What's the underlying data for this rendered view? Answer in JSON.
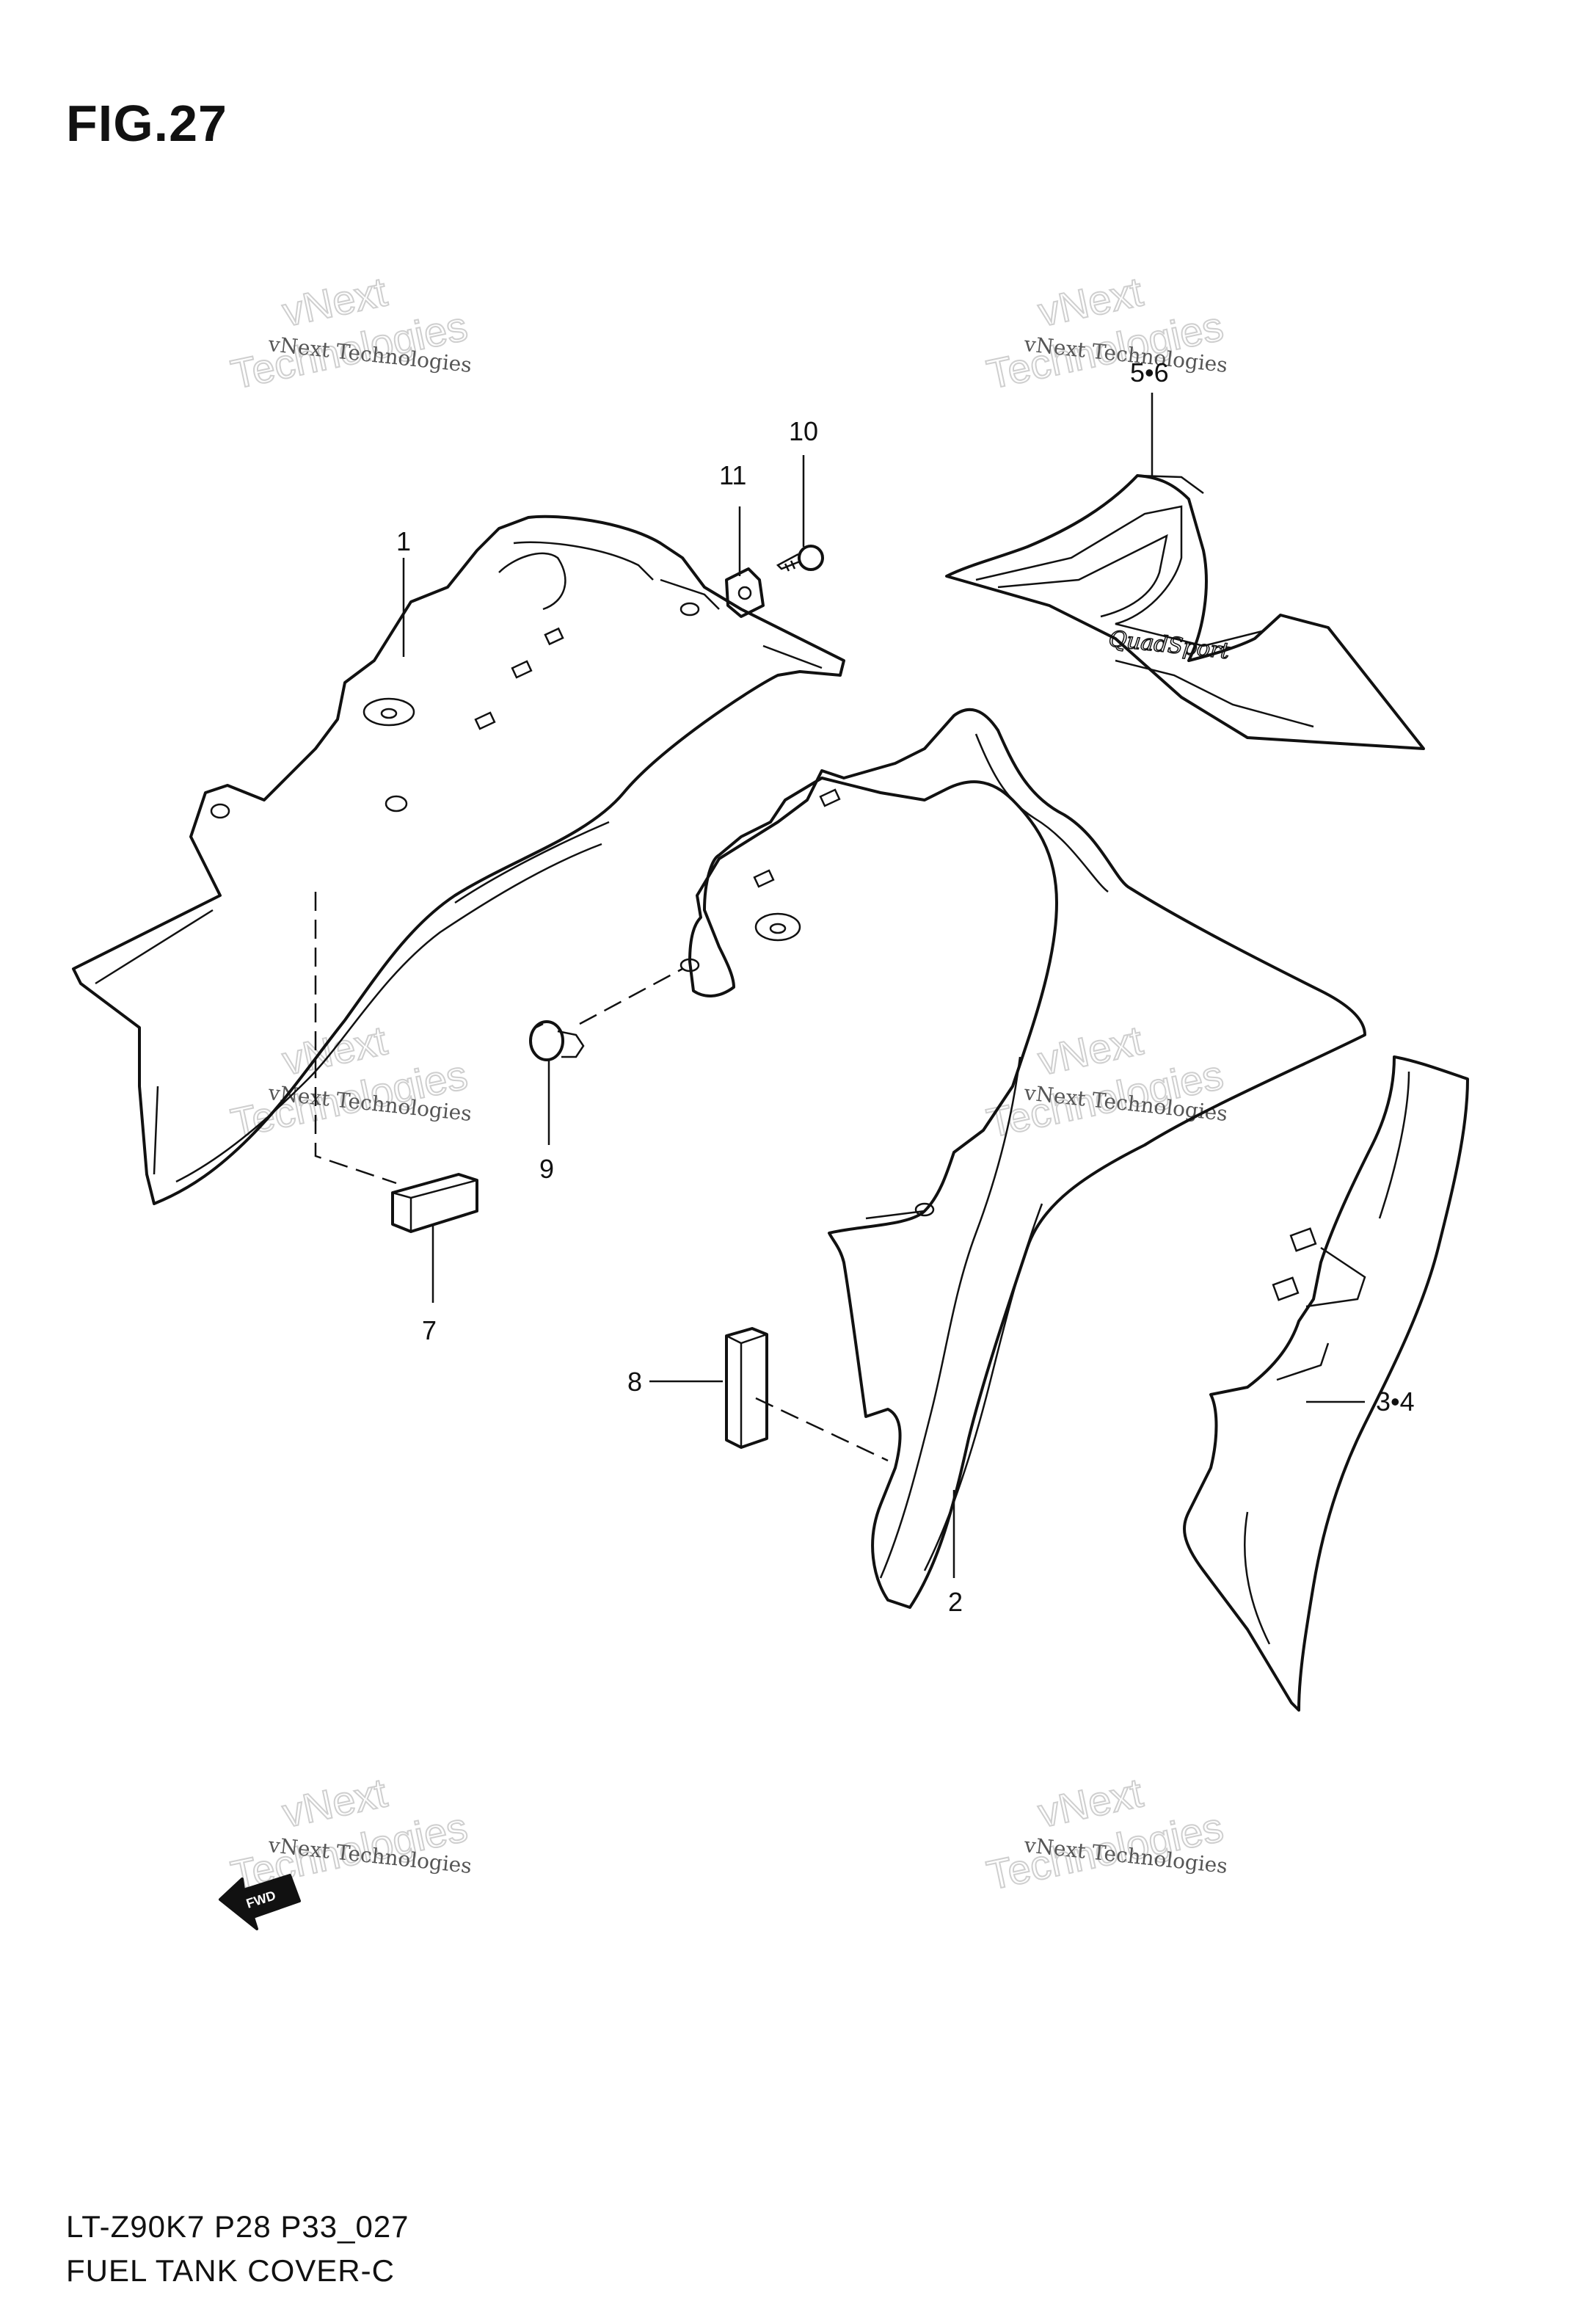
{
  "figure": {
    "title": "FIG.27",
    "model_code": "LT-Z90K7 P28 P33_027",
    "caption": "FUEL TANK COVER-C"
  },
  "callouts": {
    "c1": "1",
    "c2": "2",
    "c34": "3•4",
    "c56": "5•6",
    "c7": "7",
    "c8": "8",
    "c9": "9",
    "c10": "10",
    "c11": "11"
  },
  "decal_text": "QuadSport",
  "fwd_label": "FWD",
  "watermark": {
    "line1": "vNext Technologies",
    "line2": "vNext",
    "line3": "Technologies"
  }
}
